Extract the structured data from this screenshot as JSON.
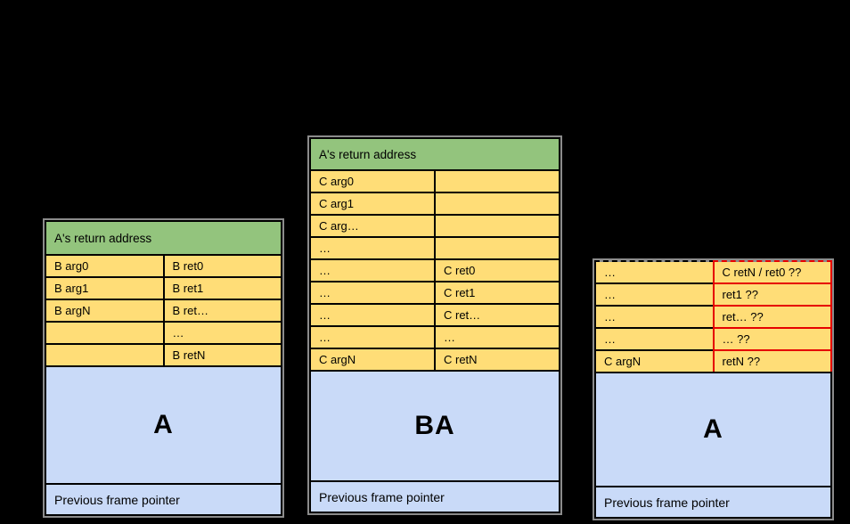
{
  "colors": {
    "background": "#000000",
    "return_address_green": "#93c47d",
    "slot_yellow": "#ffdd77",
    "frame_blue": "#c9daf8",
    "highlight_red": "#e60000",
    "outer_gray_border": "#8b8b8b",
    "grid_black": "#000000"
  },
  "stacks": [
    {
      "id": "left",
      "header": "A's return address",
      "rows": [
        {
          "left": "B arg0",
          "right": "B ret0"
        },
        {
          "left": "B arg1",
          "right": "B ret1"
        },
        {
          "left": "B argN",
          "right": "B ret…"
        },
        {
          "left": "",
          "right": "…"
        },
        {
          "left": "",
          "right": "B retN"
        }
      ],
      "frame_label": "A",
      "footer": "Previous frame pointer"
    },
    {
      "id": "middle",
      "header": "A's return address",
      "rows": [
        {
          "left": "C arg0",
          "right": ""
        },
        {
          "left": "C arg1",
          "right": ""
        },
        {
          "left": "C arg…",
          "right": ""
        },
        {
          "left": "…",
          "right": ""
        },
        {
          "left": "…",
          "right": "C ret0"
        },
        {
          "left": "…",
          "right": "C ret1"
        },
        {
          "left": "…",
          "right": "C ret…"
        },
        {
          "left": "…",
          "right": "…"
        },
        {
          "left": "C argN",
          "right": "C retN"
        }
      ],
      "frame_label": "BA",
      "footer": "Previous frame pointer"
    },
    {
      "id": "right",
      "rows": [
        {
          "left": "…",
          "right": "C retN / ret0 ??"
        },
        {
          "left": "…",
          "right": "ret1 ??"
        },
        {
          "left": "…",
          "right": "ret… ??"
        },
        {
          "left": "…",
          "right": "… ??"
        },
        {
          "left": "C argN",
          "right": "retN ??"
        }
      ],
      "frame_label": "A",
      "footer": "Previous frame pointer"
    }
  ]
}
